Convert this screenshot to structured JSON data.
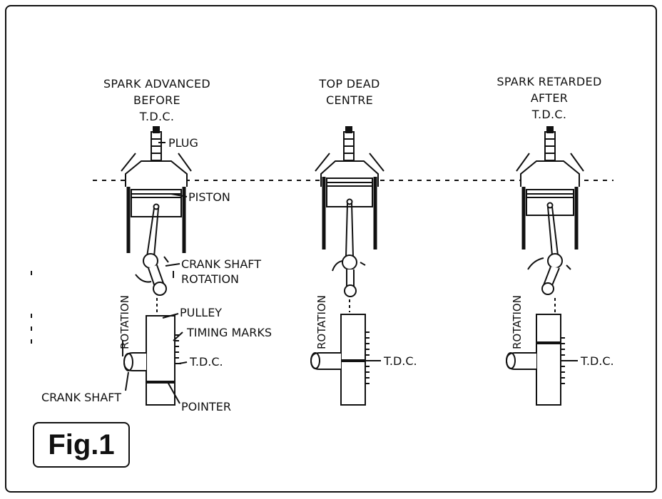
{
  "headings": {
    "advanced": [
      "SPARK ADVANCED",
      "BEFORE",
      "T.D.C."
    ],
    "tdc": [
      "TOP DEAD",
      "CENTRE"
    ],
    "retarded": [
      "SPARK RETARDED",
      "AFTER",
      "T.D.C."
    ]
  },
  "labels": {
    "plug": "PLUG",
    "piston": "PISTON",
    "crank_rotation_1": "CRANK SHAFT",
    "crank_rotation_2": "ROTATION",
    "pulley": "PULLEY",
    "timing_marks": "TIMING MARKS",
    "tdc_1": "T.D.C.",
    "tdc_2": "T.D.C.",
    "tdc_3": "T.D.C.",
    "crank_shaft": "CRANK SHAFT",
    "pointer": "POINTER",
    "rotation_1": "ROTATION",
    "rotation_2": "ROTATION",
    "rotation_3": "ROTATION"
  },
  "figure_caption": "Fig.1"
}
